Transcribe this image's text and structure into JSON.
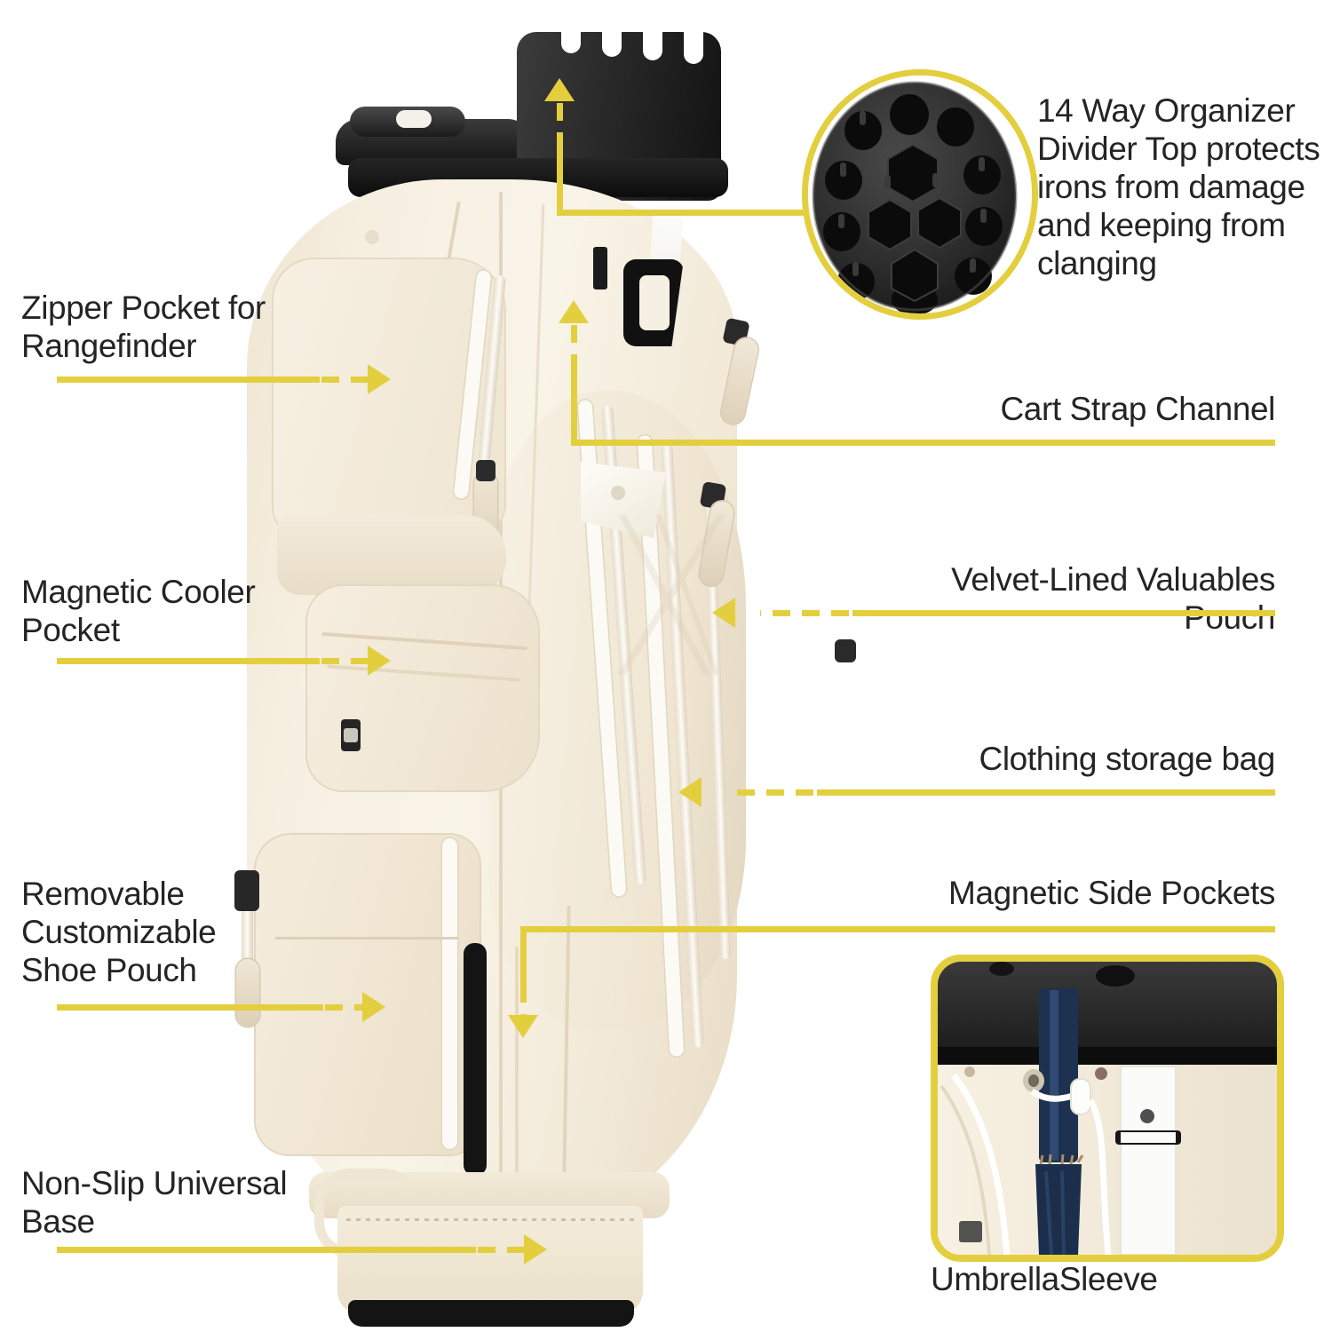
{
  "product": {
    "name": "golf-cart-bag",
    "body_color": "#f6efe1",
    "accent_color": "#e3cf3e",
    "text_color": "#242424"
  },
  "callouts": {
    "divider_top": {
      "text": "14 Way Organizer\nDivider Top protects\nirons from damage\nand keeping from\nclanging",
      "inset_caption": "",
      "inset_name": "divider-top-photo"
    },
    "zipper_rangefinder": {
      "text": "Zipper Pocket for\nRangefinder"
    },
    "cooler_pocket": {
      "text": "Magnetic Cooler\nPocket"
    },
    "shoe_pouch": {
      "text": "Removable\nCustomizable\nShoe Pouch"
    },
    "base": {
      "text": "Non-Slip Universal\nBase"
    },
    "cart_strap": {
      "text": "Cart Strap Channel"
    },
    "valuables_pouch": {
      "text": "Velvet-Lined Valuables Pouch"
    },
    "clothing_bag": {
      "text": "Clothing storage bag"
    },
    "side_pockets": {
      "text": "Magnetic Side Pockets"
    },
    "umbrella": {
      "caption": "UmbrellaSleeve",
      "inset_name": "umbrella-sleeve-photo"
    }
  },
  "insets": {
    "divider_top": {
      "shell_color": "#2d2d2d",
      "slot_count_round": 10,
      "slot_count_hex": 4
    },
    "umbrella": {
      "top_color": "#2b2b2b",
      "umbrella_color": "#1f3557",
      "strap_color": "#f7f7f5",
      "bag_color": "#f4ecdd"
    }
  }
}
